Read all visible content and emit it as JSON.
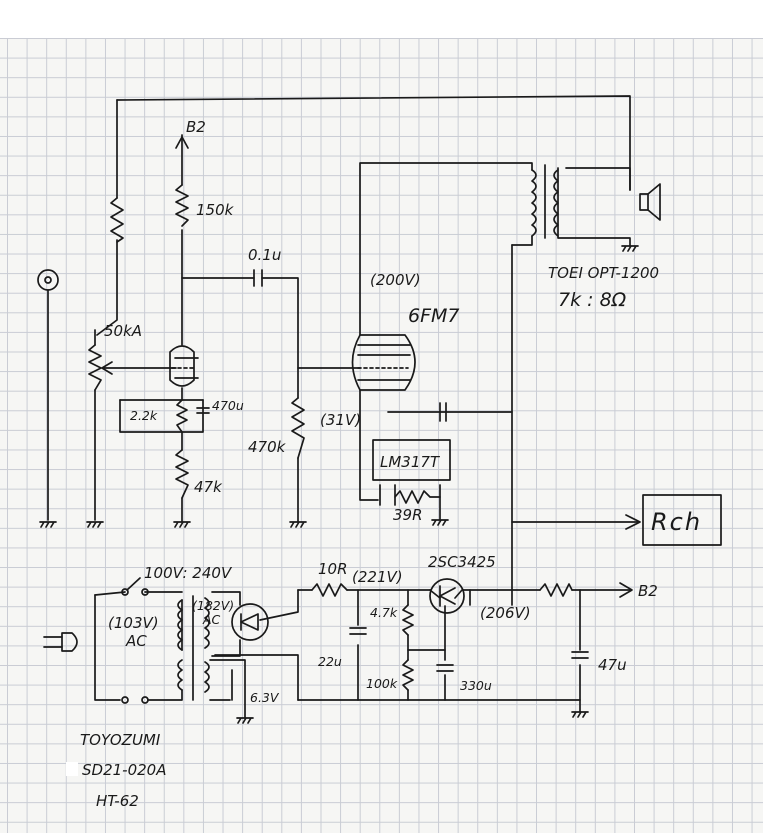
{
  "schematic": {
    "supply_top": "B2",
    "supply_out": "B2",
    "input_stage": {
      "plate_resistor": "150k",
      "volume_pot": "50kA",
      "cathode_resistor": "2.2k",
      "cathode_cap": "470u",
      "grid_leak": "47k"
    },
    "coupling": {
      "cap": "0.1u",
      "grid_resistor": "470k"
    },
    "output_stage": {
      "plate_voltage": "(200V)",
      "tube": "6FM7",
      "cathode_voltage": "(31V)",
      "regulator": "LM317T",
      "set_resistor": "39R"
    },
    "output_transformer": {
      "model": "TOEI OPT-1200",
      "ratio": "7k : 8Ω"
    },
    "right_channel": "Rch",
    "power_supply": {
      "switch_label": "100V: 240V",
      "primary_voltage": "(103V)",
      "primary_ac": "AC",
      "secondary_voltage": "(182V)",
      "secondary_ac": "AC",
      "heater": "6.3V",
      "series_resistor": "10R",
      "node_voltage_1": "(221V)",
      "transistor": "2SC3425",
      "output_voltage": "(206V)",
      "bias_resistor_top": "4.7k",
      "bias_resistor_bottom": "100k",
      "filter_cap_1": "22u",
      "filter_cap_2": "330u",
      "filter_cap_3": "47u"
    },
    "transformer_info": {
      "maker": "TOYOZUMI",
      "model": "SD21-020A",
      "type": "HT-62"
    }
  }
}
